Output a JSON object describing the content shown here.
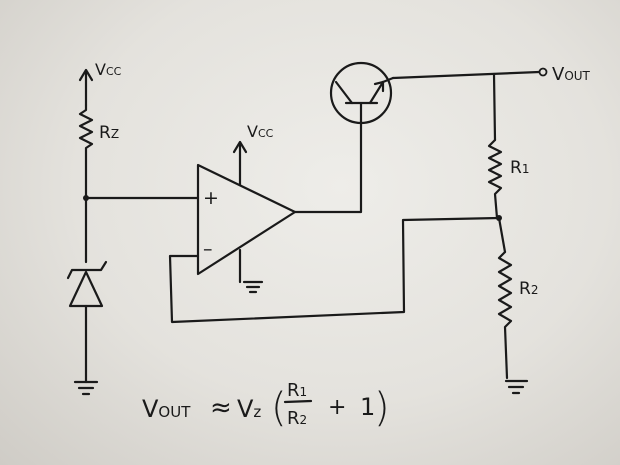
{
  "labels": {
    "vcc_left": {
      "main": "V",
      "sub": "CC"
    },
    "vcc_opamp": {
      "main": "V",
      "sub": "CC"
    },
    "rz": {
      "main": "R",
      "sub": "Z"
    },
    "r1": {
      "main": "R",
      "sub": "1"
    },
    "r2": {
      "main": "R",
      "sub": "2"
    },
    "vout": {
      "main": "V",
      "sub": "OUT"
    },
    "opamp_plus": "+",
    "opamp_minus": "–"
  },
  "formula": {
    "lhs_main": "V",
    "lhs_sub": "OUT",
    "approx": "≈",
    "vz_main": "V",
    "vz_sub": "z",
    "open_paren": "(",
    "num_main": "R",
    "num_sub": "1",
    "den_main": "R",
    "den_sub": "2",
    "plus": "+",
    "one": "1",
    "close_paren": ")"
  }
}
